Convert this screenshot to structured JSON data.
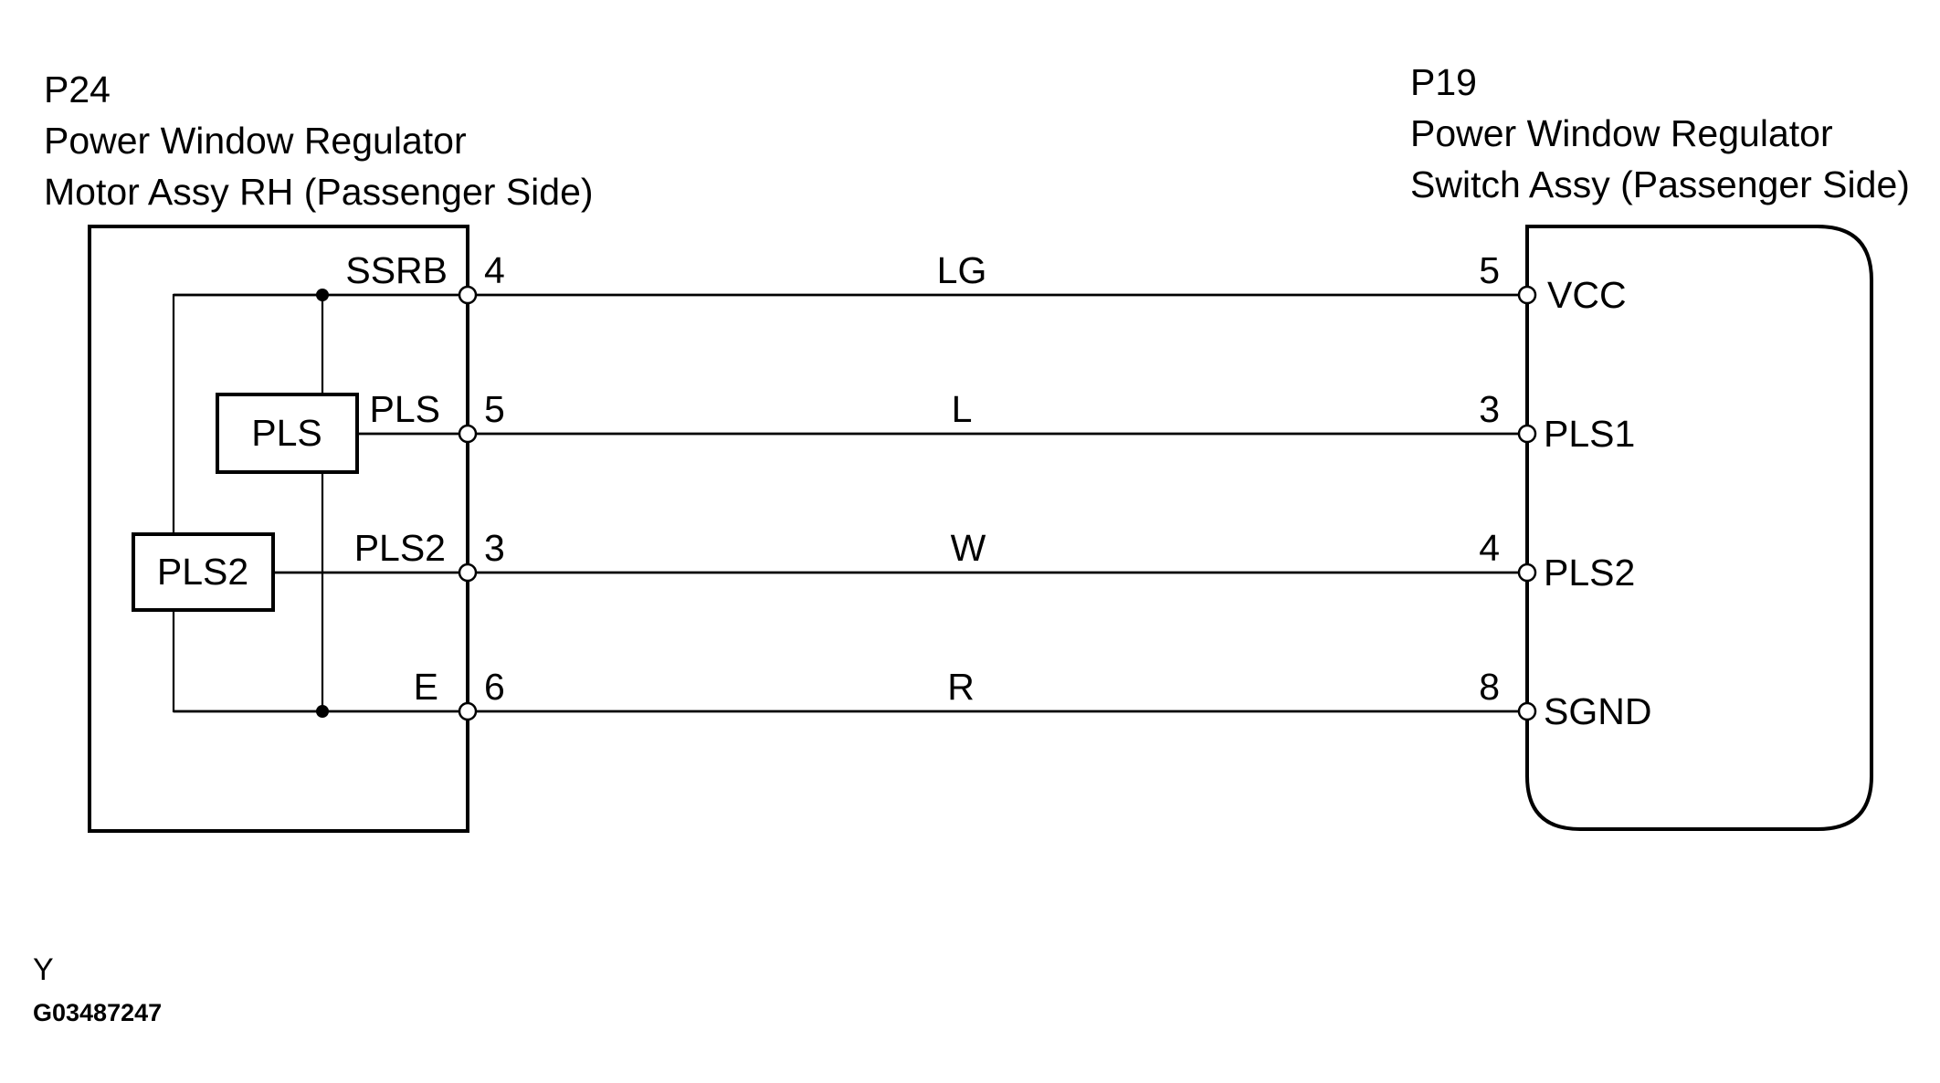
{
  "left_component": {
    "code": "P24",
    "name_line1": "Power Window Regulator",
    "name_line2": "Motor Assy RH (Passenger Side)",
    "sensors": [
      "PLS",
      "PLS2"
    ]
  },
  "right_component": {
    "code": "P19",
    "name_line1": "Power Window Regulator",
    "name_line2": "Switch Assy (Passenger Side)"
  },
  "wires": [
    {
      "left_pin_name": "SSRB",
      "left_pin_no": "4",
      "color": "LG",
      "right_pin_no": "5",
      "right_pin_name": "VCC"
    },
    {
      "left_pin_name": "PLS",
      "left_pin_no": "5",
      "color": "L",
      "right_pin_no": "3",
      "right_pin_name": "PLS1"
    },
    {
      "left_pin_name": "PLS2",
      "left_pin_no": "3",
      "color": "W",
      "right_pin_no": "4",
      "right_pin_name": "PLS2"
    },
    {
      "left_pin_name": "E",
      "left_pin_no": "6",
      "color": "R",
      "right_pin_no": "8",
      "right_pin_name": "SGND"
    }
  ],
  "footer": {
    "letter": "Y",
    "figure_id": "G03487247"
  }
}
